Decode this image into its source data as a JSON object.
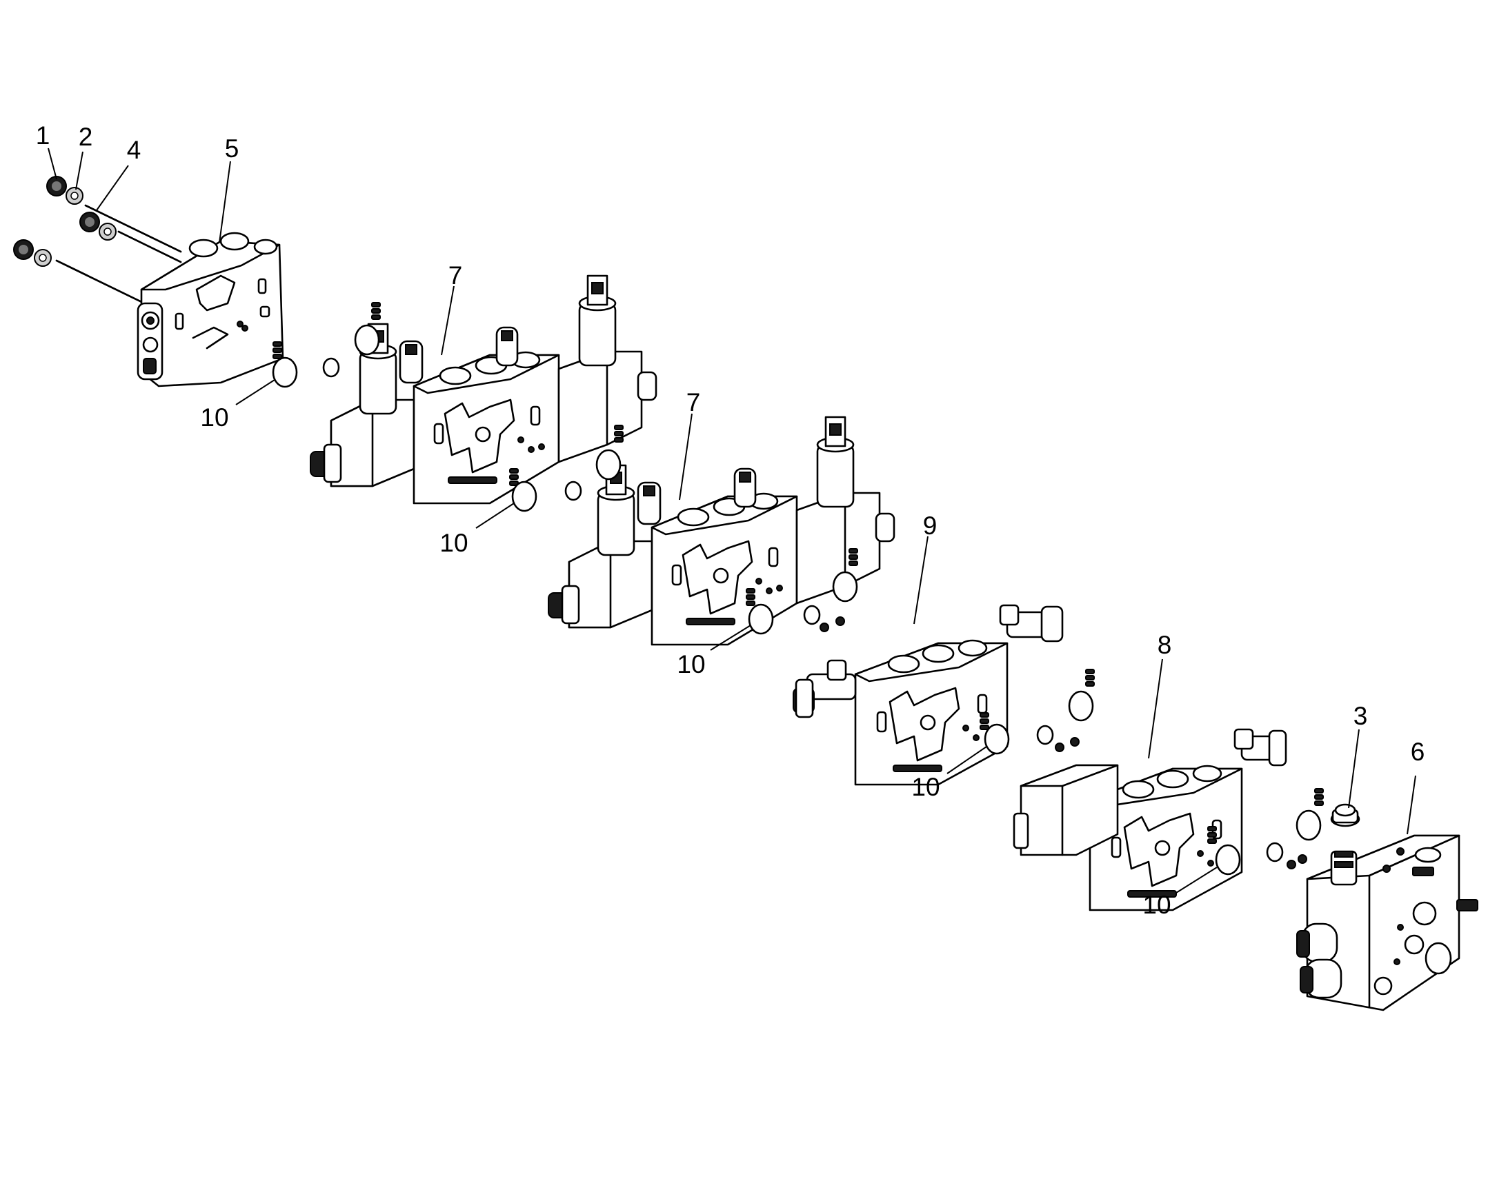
{
  "callouts": [
    {
      "id": "c1",
      "label": "1"
    },
    {
      "id": "c2",
      "label": "2"
    },
    {
      "id": "c4",
      "label": "4"
    },
    {
      "id": "c5",
      "label": "5"
    },
    {
      "id": "c7a",
      "label": "7"
    },
    {
      "id": "c7b",
      "label": "7"
    },
    {
      "id": "c9",
      "label": "9"
    },
    {
      "id": "c8",
      "label": "8"
    },
    {
      "id": "c3",
      "label": "3"
    },
    {
      "id": "c6",
      "label": "6"
    },
    {
      "id": "c10a",
      "label": "10"
    },
    {
      "id": "c10b",
      "label": "10"
    },
    {
      "id": "c10c",
      "label": "10"
    },
    {
      "id": "c10d",
      "label": "10"
    },
    {
      "id": "c10e",
      "label": "10"
    }
  ]
}
